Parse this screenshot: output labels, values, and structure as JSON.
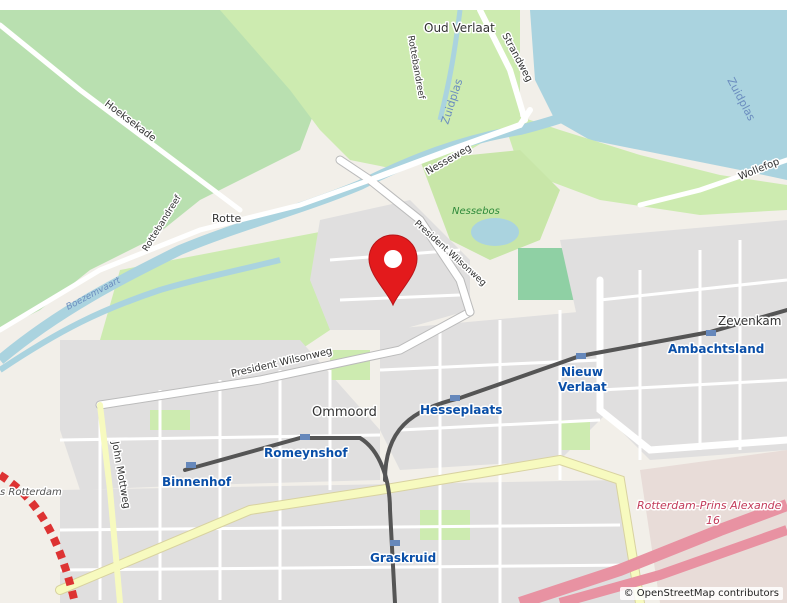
{
  "map": {
    "colors": {
      "land": "#f2efe9",
      "park": "#cdebb0",
      "golf": "#b5e3b5",
      "water": "#aad3df",
      "residential": "#e0dfdf",
      "road_major": "#f7fabf",
      "metro": "#555555",
      "marker": "#e31a1c",
      "station_label": "#0a4fa8"
    },
    "marker": {
      "icon": "map-pin-icon"
    },
    "labels": {
      "oud_verlaat": "Oud Verlaat",
      "rottebandreef_north": "Rottebandreef",
      "strandweg": "Strandweg",
      "zuidplas_canal": "Zuidplas",
      "zuidplas_lake": "Zuidplas",
      "hoeksekade": "Hoeksekade",
      "nesseweg": "Nesseweg",
      "wollefop": "Wollefop",
      "rotte": "Rotte",
      "rottebandreef_west": "Rottebandreef",
      "nessebos": "Nessebos",
      "president_wilsonweg_n": "President Wilsonweg",
      "boezemvaart": "Boezemvaart",
      "zevenkamp": "Zevenkam",
      "ambachtsland": "Ambachtsland",
      "president_wilsonweg_s": "President Wilsonweg",
      "nieuw_verlaat_1": "Nieuw",
      "nieuw_verlaat_2": "Verlaat",
      "ommoord": "Ommoord",
      "hesseplaats": "Hesseplaats",
      "john_mottweg": "John Mottweg",
      "romeynshof": "Romeynshof",
      "binnenhof": "Binnenhof",
      "s_rotterdam": "s Rotterdam",
      "rotterdam_prins_alexander": "Rotterdam-Prins Alexande",
      "district_number": "16",
      "graskruid": "Graskruid"
    },
    "attribution": "© OpenStreetMap contributors"
  }
}
